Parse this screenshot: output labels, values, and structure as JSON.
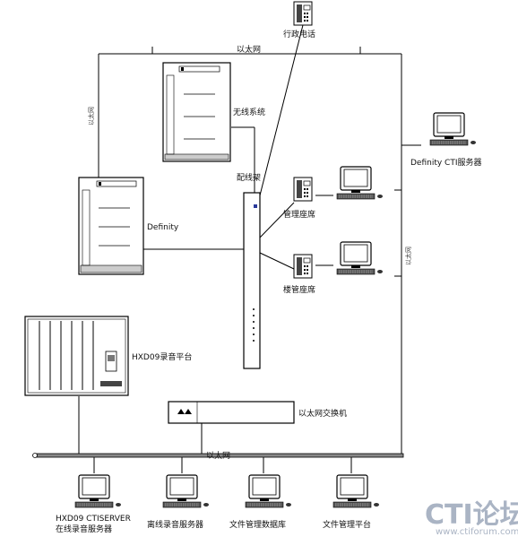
{
  "labels": {
    "admin_phone": "行政电话",
    "ethernet_top": "以太网",
    "wireless_system": "无线系统",
    "definity": "Definity",
    "patch_panel": "配线架",
    "mgmt_seat": "管理座席",
    "ops_seat": "楼管座席",
    "cti_server": "Definity CTI服务器",
    "recording_platform": "HXD09录音平台",
    "ethernet_switch": "以太网交换机",
    "ethernet_bottom": "以太网",
    "left_vertical": "以太网",
    "right_vertical": "以太网",
    "hxd_cti_line1": "HXD09 CTISERVER",
    "hxd_cti_line2": "在线录音服务器",
    "offline_server": "离线录音服务器",
    "file_db": "文件管理数据库",
    "file_platform": "文件管理平台"
  },
  "watermark": {
    "logo_text": "CTI论坛",
    "url": "www.ctiforum.com"
  },
  "icons": [
    "telephone-icon",
    "computer-icon",
    "server-cabinet-icon",
    "patch-panel-icon",
    "switch-icon"
  ]
}
